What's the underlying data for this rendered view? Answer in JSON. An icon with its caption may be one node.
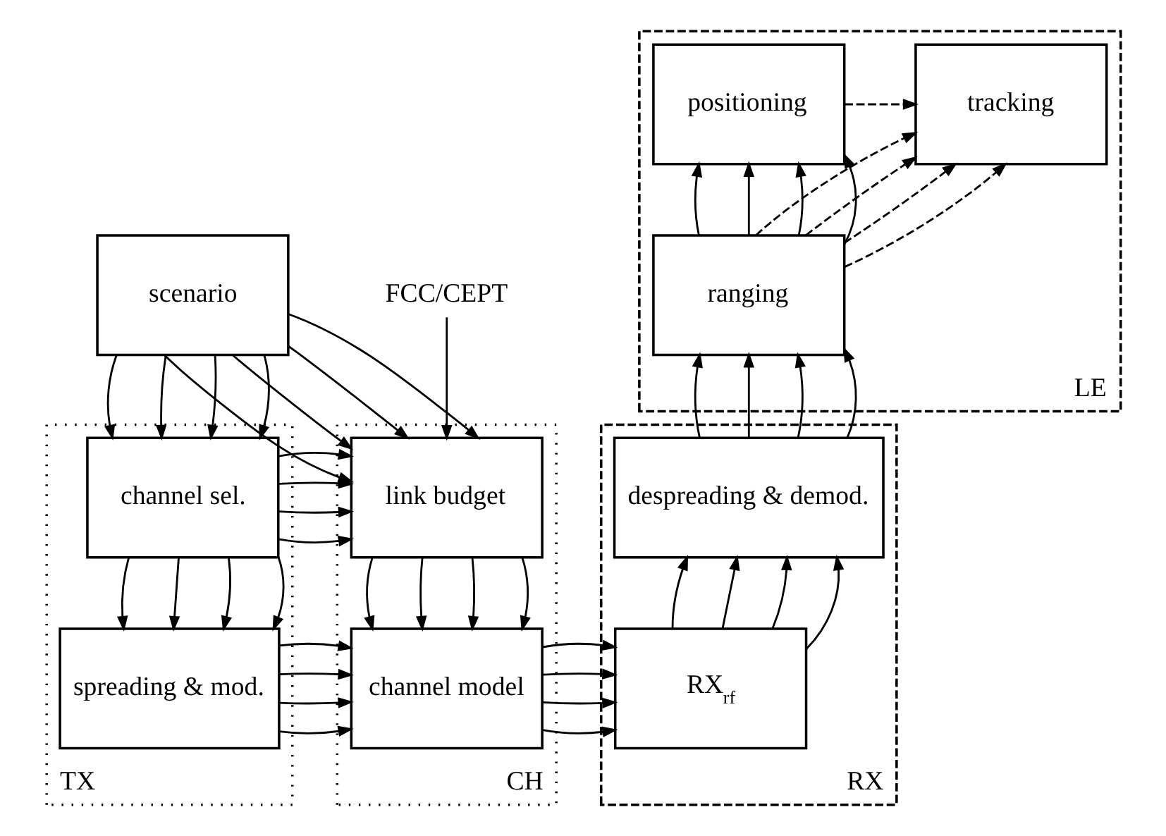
{
  "diagram": {
    "nodes": [
      {
        "text": [
          "scenario"
        ]
      },
      {
        "text": [
          "FCC/CEPT"
        ]
      },
      {
        "text": [
          "TX"
        ]
      },
      {
        "text": [
          "channel sel."
        ],
        "in": 2
      },
      {
        "text": [
          "spreading & mod."
        ],
        "in": 2
      },
      {
        "text": [
          "CH"
        ]
      },
      {
        "text": [
          "link budget"
        ],
        "in": 5
      },
      {
        "text": [
          "channel model"
        ],
        "in": 5
      },
      {
        "text": [
          "RX"
        ]
      },
      {
        "text": [
          "despreading & demod."
        ],
        "in": 8
      },
      {
        "text": [
          "RX$_{rf}$"
        ],
        "in": 8
      },
      {
        "text": [
          "LE"
        ]
      },
      {
        "text": [
          "positioning"
        ],
        "in": 11
      },
      {
        "text": [
          "tracking"
        ],
        "in": 11
      },
      {
        "text": [
          "ranging"
        ],
        "in": 11
      }
    ],
    "edges": [
      {
        "from": 0,
        "to": 3,
        "arrow": "to"
      },
      {
        "from": 0,
        "to": 3,
        "arrow": "to"
      },
      {
        "from": 0,
        "to": 3,
        "arrow": "to"
      },
      {
        "from": 0,
        "to": 3,
        "arrow": "to"
      },
      {
        "from": 0,
        "to": 6,
        "arrow": "to"
      },
      {
        "from": 0,
        "to": 6,
        "arrow": "to"
      },
      {
        "from": 0,
        "to": 6,
        "arrow": "to"
      },
      {
        "from": 0,
        "to": 6,
        "arrow": "to"
      },
      {
        "from": 1,
        "to": 6,
        "arrow": "to"
      },
      {
        "from": 3,
        "to": 6,
        "arrow": "to"
      },
      {
        "from": 3,
        "to": 6,
        "arrow": "to"
      },
      {
        "from": 3,
        "to": 6,
        "arrow": "to"
      },
      {
        "from": 3,
        "to": 6,
        "arrow": "to"
      },
      {
        "from": 3,
        "to": 4,
        "arrow": "to"
      },
      {
        "from": 3,
        "to": 4,
        "arrow": "to"
      },
      {
        "from": 3,
        "to": 4,
        "arrow": "to"
      },
      {
        "from": 3,
        "to": 4,
        "arrow": "to"
      },
      {
        "from": 6,
        "to": 7,
        "arrow": "to"
      },
      {
        "from": 6,
        "to": 7,
        "arrow": "to"
      },
      {
        "from": 6,
        "to": 7,
        "arrow": "to"
      },
      {
        "from": 6,
        "to": 7,
        "arrow": "to"
      },
      {
        "from": 4,
        "to": 7,
        "arrow": "to"
      },
      {
        "from": 4,
        "to": 7,
        "arrow": "to"
      },
      {
        "from": 4,
        "to": 7,
        "arrow": "to"
      },
      {
        "from": 4,
        "to": 7,
        "arrow": "to"
      },
      {
        "from": 7,
        "to": 10,
        "arrow": "to"
      },
      {
        "from": 7,
        "to": 10,
        "arrow": "to"
      },
      {
        "from": 7,
        "to": 10,
        "arrow": "to"
      },
      {
        "from": 7,
        "to": 10,
        "arrow": "to"
      },
      {
        "from": 10,
        "to": 9,
        "arrow": "to"
      },
      {
        "from": 10,
        "to": 9,
        "arrow": "to"
      },
      {
        "from": 10,
        "to": 9,
        "arrow": "to"
      },
      {
        "from": 10,
        "to": 9,
        "arrow": "to"
      },
      {
        "from": 9,
        "to": 14,
        "arrow": "to"
      },
      {
        "from": 9,
        "to": 14,
        "arrow": "to"
      },
      {
        "from": 9,
        "to": 14,
        "arrow": "to"
      },
      {
        "from": 9,
        "to": 14,
        "arrow": "to"
      },
      {
        "from": 14,
        "to": 12,
        "arrow": "to"
      },
      {
        "from": 14,
        "to": 12,
        "arrow": "to"
      },
      {
        "from": 14,
        "to": 12,
        "arrow": "to"
      },
      {
        "from": 14,
        "to": 12,
        "arrow": "to"
      },
      {
        "from": 14,
        "to": 13,
        "arrow": "to",
        "style": "dashed"
      },
      {
        "from": 14,
        "to": 13,
        "arrow": "to",
        "style": "dashed"
      },
      {
        "from": 14,
        "to": 13,
        "arrow": "to",
        "style": "dashed"
      },
      {
        "from": 14,
        "to": 13,
        "arrow": "to",
        "style": "dashed"
      },
      {
        "from": 12,
        "to": 13,
        "arrow": "to",
        "style": "dashed"
      }
    ]
  }
}
